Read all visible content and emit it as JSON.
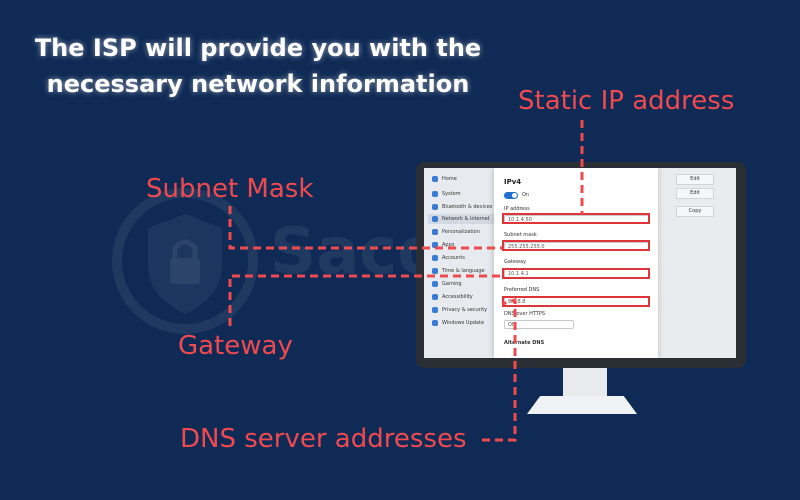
{
  "headline": {
    "line1": "The ISP will provide you with the",
    "line2": "necessary network information"
  },
  "callouts": {
    "static_ip": "Static IP address",
    "subnet_mask": "Subnet Mask",
    "gateway": "Gateway",
    "dns": "DNS server addresses"
  },
  "watermark": {
    "text": "Saco"
  },
  "settings_sidebar": {
    "items": [
      "Home",
      "System",
      "Bluetooth & devices",
      "Network & internet",
      "Personalization",
      "Apps",
      "Accounts",
      "Time & language",
      "Gaming",
      "Accessibility",
      "Privacy & security",
      "Windows Update"
    ]
  },
  "dialog": {
    "title": "IPv4",
    "toggle_label": "On",
    "ip_label": "IP address",
    "ip_value": "10.1.4.50",
    "subnet_label": "Subnet mask",
    "subnet_value": "255.255.255.0",
    "gateway_label": "Gateway",
    "gateway_value": "10.1.4.1",
    "dns_label": "Preferred DNS",
    "dns_value": "8.8.8.8",
    "dns_https_label": "DNS over HTTPS",
    "dns_https_value": "Off",
    "alt_dns_label": "Alternate DNS"
  },
  "right_panel": {
    "buttons": [
      "Edit",
      "Edit",
      "Copy"
    ]
  },
  "colors": {
    "background": "#0f2a55",
    "accent_red": "#ef4a50",
    "headline": "#ffffff"
  }
}
